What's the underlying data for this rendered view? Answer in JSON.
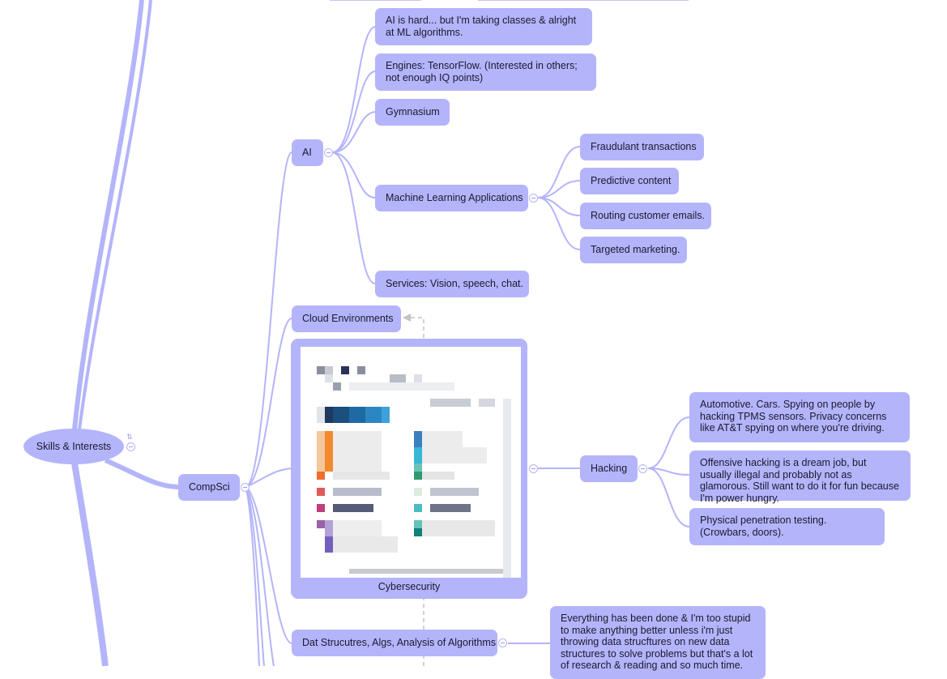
{
  "mindmap": {
    "root": "Skills & Interests",
    "compsci": "CompSci",
    "ai": {
      "label": "AI",
      "children": [
        "AI is hard... but I'm taking classes & alright at ML algorithms.",
        "Engines: TensorFlow. (Interested in others; not enough IQ points)",
        "Gymnasium",
        "Machine Learning Applications",
        "Services: Vision, speech, chat."
      ],
      "ml_applications": [
        "Fraudulant transactions",
        "Predictive content",
        "Routing customer emails.",
        "Targeted marketing."
      ]
    },
    "cloud": "Cloud Environments",
    "cybersecurity": {
      "label": "Cybersecurity",
      "image": "pixelated-screenshot-thumbnail"
    },
    "hacking": {
      "label": "Hacking",
      "children": [
        "Automotive. Cars. Spying on people by hacking TPMS sensors. Privacy concerns like AT&T spying on where you're driving.",
        "Offensive hacking is a dream job, but usually illegal and probably not as glamorous. Still want to do it for fun because I'm power hungry.",
        "Physical penetration testing. (Crowbars, doors)."
      ]
    },
    "dsa": {
      "label": "Dat Strucutres, Algs, Analysis of Algorithms",
      "note": "Everything has been done & I'm too stupid to make anything better unless i'm just throwing data strucftures on new data structures to solve problems but that's a lot of research & reading and so much time."
    },
    "colors": {
      "node": "#b4b4fb",
      "line": "#b4b4fb",
      "text": "#1a1a2e",
      "dashed_link": "#c4c4c4"
    },
    "icons": [
      "collapse-toggle-icon",
      "sort-icon",
      "dashed-arrow-icon"
    ]
  }
}
